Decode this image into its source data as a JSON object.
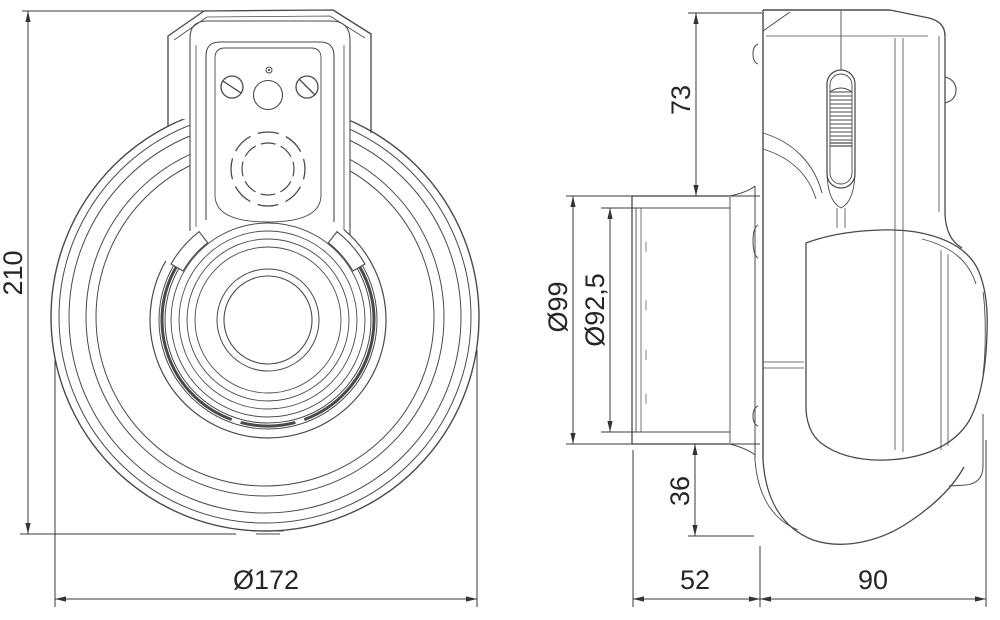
{
  "page": {
    "background": "#ffffff"
  },
  "drawing": {
    "kind": "technical-dimension-drawing",
    "colors": {
      "line": "#4a4a4a",
      "dimension_line": "#3a3a3a",
      "text": "#262626",
      "background": "#ffffff"
    },
    "views": [
      {
        "name": "front-view"
      },
      {
        "name": "side-view"
      }
    ],
    "dimensions": {
      "overall_height": "210",
      "face_diameter": "Ø172",
      "top_to_spigot": "73",
      "spigot_outer_diameter": "Ø99",
      "spigot_inner_diameter": "Ø92,5",
      "spigot_to_bottom": "36",
      "spigot_length": "52",
      "body_depth": "90"
    }
  }
}
